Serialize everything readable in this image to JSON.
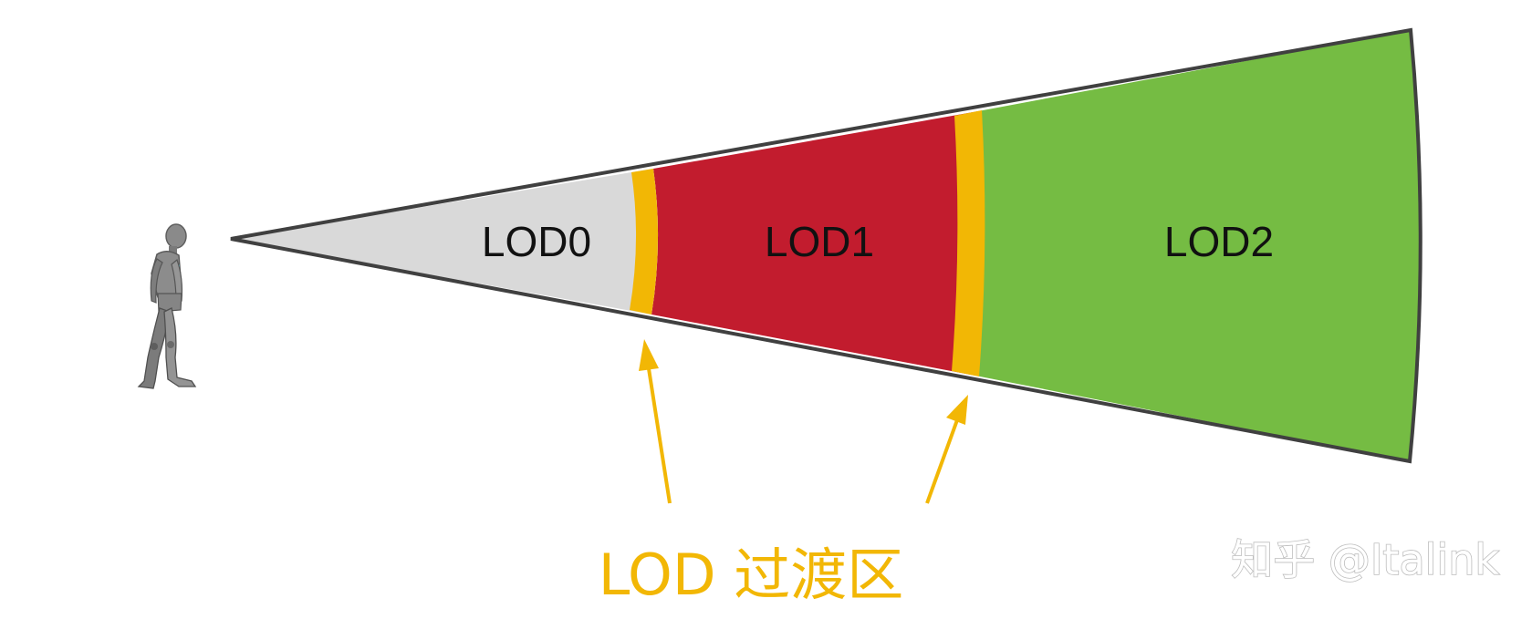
{
  "regions": [
    {
      "label": "LOD0",
      "color": "#d9d9d9"
    },
    {
      "label": "LOD1",
      "color": "#c21c2e"
    },
    {
      "label": "LOD2",
      "color": "#75bc43"
    }
  ],
  "transition_zone": {
    "label": "LOD 过渡区",
    "color": "#f2b705"
  },
  "outline_color": "#404040",
  "figure": {
    "icon": "walking-humanoid-figure"
  },
  "watermark": "知乎 @Italink"
}
